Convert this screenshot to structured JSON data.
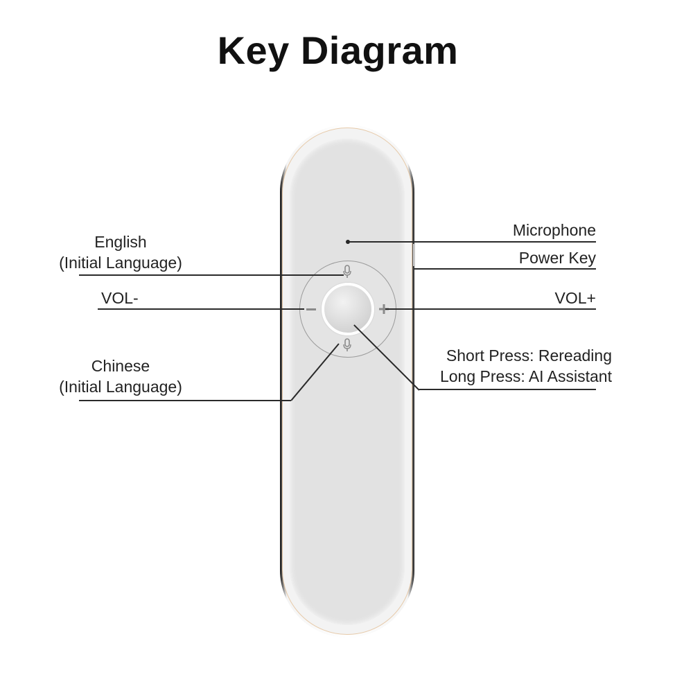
{
  "title": "Key Diagram",
  "device": {
    "body_color": "#e2e2e2",
    "rim_color": "#e6c9a8",
    "glyphs": {
      "top_mic": "🎙",
      "bottom_mic": "🎙",
      "minus": "−",
      "plus": "+"
    }
  },
  "labels": {
    "left": [
      {
        "id": "english",
        "line1": "English",
        "line2": "(Initial Language)"
      },
      {
        "id": "vol_minus",
        "line1": "VOL-"
      },
      {
        "id": "chinese",
        "line1": "Chinese",
        "line2": "(Initial Language)"
      }
    ],
    "right": [
      {
        "id": "microphone",
        "line1": "Microphone"
      },
      {
        "id": "power_key",
        "line1": "Power Key"
      },
      {
        "id": "vol_plus",
        "line1": "VOL+"
      },
      {
        "id": "center_key",
        "line1": "Short Press: Rereading",
        "line2": "Long Press: AI Assistant"
      }
    ]
  }
}
